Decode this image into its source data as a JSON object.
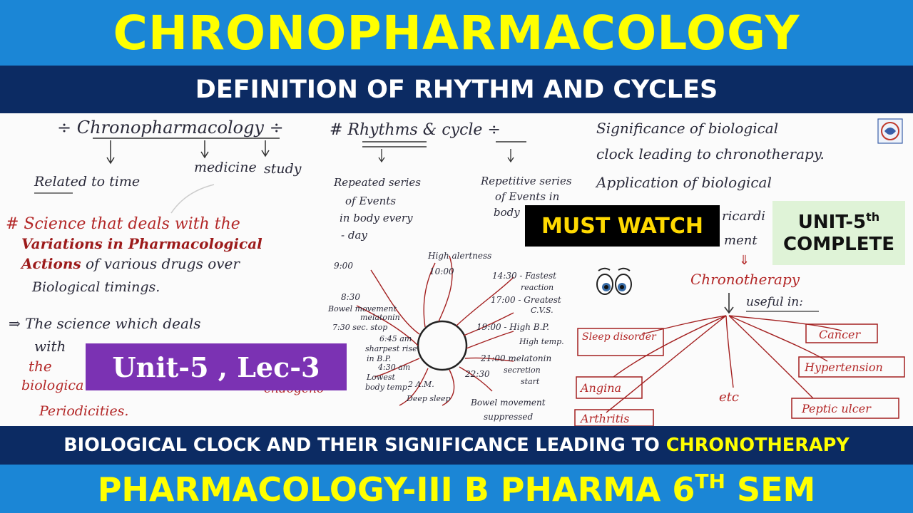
{
  "header": {
    "title": "CHRONOPHARMACOLOGY",
    "subtitle": "DEFINITION OF RHYTHM AND CYCLES"
  },
  "footer": {
    "line1_prefix": "BIOLOGICAL CLOCK AND THEIR SIGNIFICANCE LEADING TO",
    "line1_highlight": "CHRONOTHERAPY",
    "line2_prefix": "PHARMACOLOGY-III B PHARMA 6",
    "line2_sup": "TH",
    "line2_suffix": "SEM"
  },
  "badges": {
    "must_watch": "MUST WATCH",
    "unit_line1": "UNIT-5",
    "unit_sup": "th",
    "unit_line2": "COMPLETE",
    "unit_lec": "Unit-5 , Lec-3"
  },
  "notes": {
    "col1": {
      "heading": "÷ Chronopharmacology ÷",
      "word_time": "Related to time",
      "word_medicine": "medicine",
      "word_study": "study",
      "def1_a": "# Science that deals with the",
      "def1_b": "Variations in Pharmacological",
      "def1_c_bold": "Actions",
      "def1_c": "of various drugs over",
      "def1_d": "Biological timings.",
      "def2_a": "⇒ The science which deals",
      "def2_b": "with",
      "def2_c": "the",
      "def2_d": "biologica",
      "def2_e": "endogeno",
      "def2_f": "Periodicities."
    },
    "col2": {
      "heading": "# Rhythms  &  cycle ÷",
      "left_a": "Repeated series",
      "left_b": "of Events",
      "left_c": "in body every",
      "left_d": "- day",
      "right_a": "Repetitive series",
      "right_b": "of Events in",
      "right_c": "body",
      "clock": [
        "High alertness",
        "10:00",
        "9:00",
        "14:30 - Fastest",
        "reaction",
        "17:00 - Greatest",
        "C.V.S.",
        "8:30",
        "Bowel movement",
        "melatonin",
        "7:30 sec. stop",
        "6:45 am",
        "sharpest rise",
        "in B.P.",
        "19:00 - High B.P.",
        "High temp.",
        "21:00 melatonin",
        "secretion",
        "start",
        "4:30 am",
        "Lowest",
        "body temp.",
        "2 A.M.",
        "Deep sleep",
        "22:30",
        "Bowel movement",
        "suppressed"
      ]
    },
    "col3": {
      "line1": "Significance of biological",
      "line2": "clock leading to chronotherapy.",
      "line3": "Application of biological",
      "line4": "ricardi",
      "line5": "ment",
      "center": "Chronotherapy",
      "useful": "useful in:",
      "boxes": [
        "Sleep disorder",
        "Angina",
        "Arthritis",
        "etc",
        "Cancer",
        "Hypertension",
        "Peptic ulcer"
      ]
    }
  }
}
